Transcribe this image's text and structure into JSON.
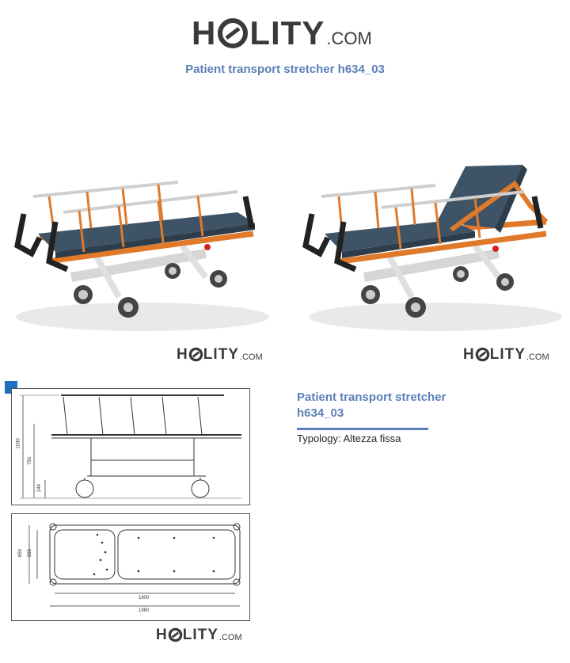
{
  "brand": {
    "name_part1": "H",
    "name_part2": "LITY",
    "domain": ".COM"
  },
  "page": {
    "title": "Patient transport stretcher h634_03"
  },
  "product": {
    "name": "Patient transport stretcher h634_03",
    "typology_label": "Typology:",
    "typology_value": "Altezza fissa"
  },
  "drawings": {
    "side_view": {
      "dim_total_height": "1030",
      "dim_platform_height": "750",
      "dim_base_height": "244"
    },
    "top_view": {
      "dim_width_outer": "650",
      "dim_width_inner": "550",
      "dim_length_inner": "1800",
      "dim_length_outer": "1980"
    }
  },
  "colors": {
    "accent_blue": "#5b7fb6",
    "frame_orange": "#e07a2a",
    "mattress_blue": "#3e5366"
  }
}
